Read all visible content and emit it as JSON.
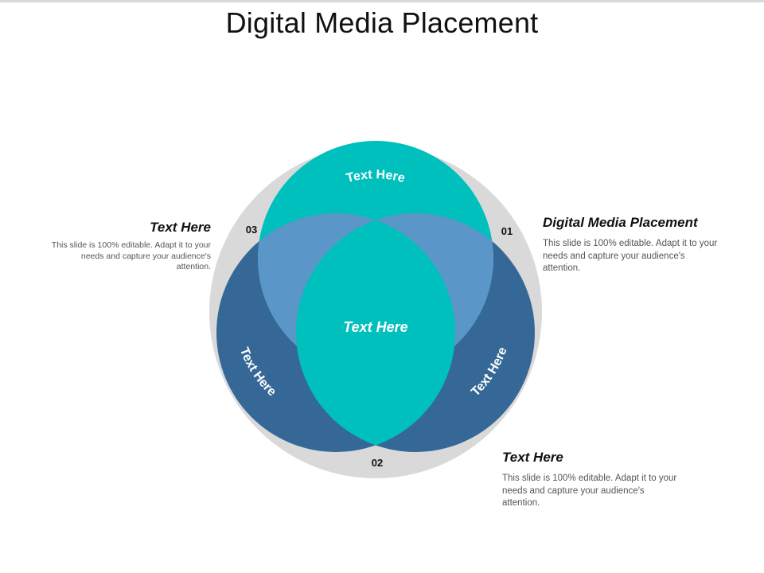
{
  "title": "Digital Media Placement",
  "colors": {
    "ring": "#d9d9d9",
    "teal": "#00c0bd",
    "blue_mid": "#5b96c8",
    "blue_dark": "#356896"
  },
  "venn": {
    "segment_top_label": "Text Here",
    "segment_left_label": "Text Here",
    "segment_right_label": "Text Here",
    "center_label": "Text Here",
    "numbers": {
      "n01": "01",
      "n02": "02",
      "n03": "03"
    }
  },
  "blocks": {
    "left": {
      "heading": "Text Here",
      "body": "This slide is 100% editable. Adapt it to your needs and capture your audience's attention."
    },
    "right_top": {
      "heading": "Digital Media Placement",
      "body": "This slide is 100% editable. Adapt it to your needs and capture your audience's attention."
    },
    "right_bottom": {
      "heading": "Text Here",
      "body": "This slide is 100% editable. Adapt it to your needs and capture your audience's attention."
    }
  }
}
